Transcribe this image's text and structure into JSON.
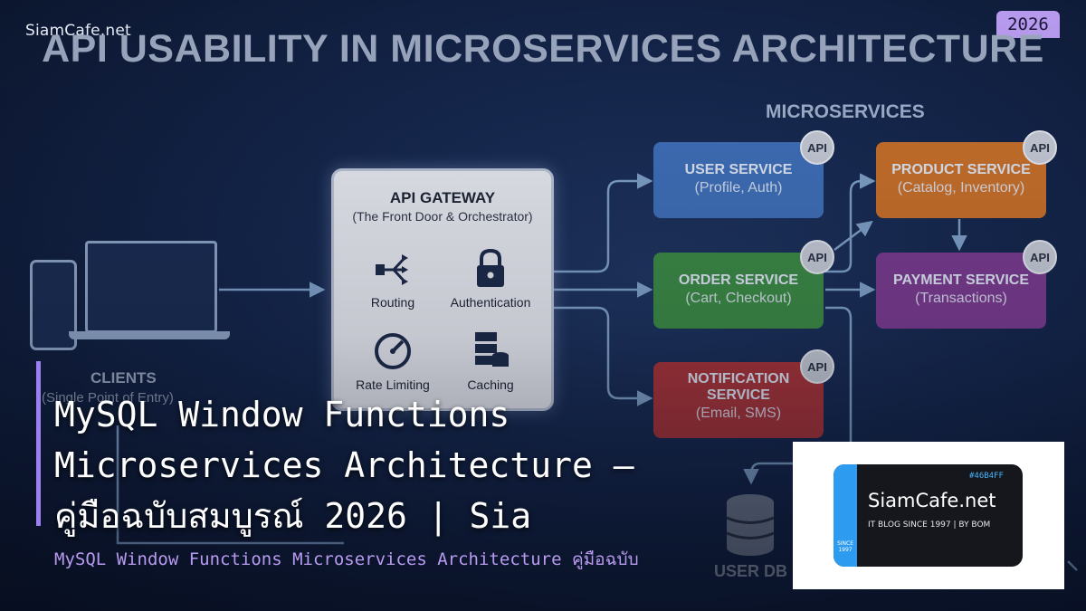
{
  "header": {
    "site": "SiamCafe.net",
    "year_badge": "2026",
    "title": "API USABILITY IN MICROSERVICES ARCHITECTURE"
  },
  "diagram": {
    "clients": {
      "label": "CLIENTS",
      "sub": "(Single Point of Entry)"
    },
    "gateway": {
      "title": "API GATEWAY",
      "subtitle": "(The Front Door & Orchestrator)",
      "features": [
        "Routing",
        "Authentication",
        "Rate Limiting",
        "Caching"
      ]
    },
    "microservices_title": "MICROSERVICES",
    "api_badge": "API",
    "services": [
      {
        "name": "USER SERVICE",
        "desc": "(Profile, Auth)",
        "color": "#3f6fb8"
      },
      {
        "name": "PRODUCT SERVICE",
        "desc": "(Catalog, Inventory)",
        "color": "#c8702a"
      },
      {
        "name": "ORDER SERVICE",
        "desc": "(Cart, Checkout)",
        "color": "#3c8a45"
      },
      {
        "name": "PAYMENT SERVICE",
        "desc": "(Transactions)",
        "color": "#7a3b8f"
      },
      {
        "name": "NOTIFICATION",
        "name2": "SERVICE",
        "desc": "(Email, SMS)",
        "color": "#a8343a"
      }
    ],
    "db_label": "USER DB"
  },
  "overlay": {
    "title_lines": [
      "MySQL Window Functions",
      "Microservices Architecture —",
      "คู่มือฉบับสมบูรณ์ 2026 | Sia"
    ],
    "subtitle": "MySQL Window Functions Microservices Architecture คู่มือฉบับ"
  },
  "logo": {
    "name": "SiamCafe.net",
    "tagline": "IT BLOG SINCE 1997 | BY BOM",
    "hex": "#46B4FF",
    "since": "SINCE 1997"
  },
  "colors": {
    "accent": "#9c7ff0",
    "background": "#14254a"
  }
}
